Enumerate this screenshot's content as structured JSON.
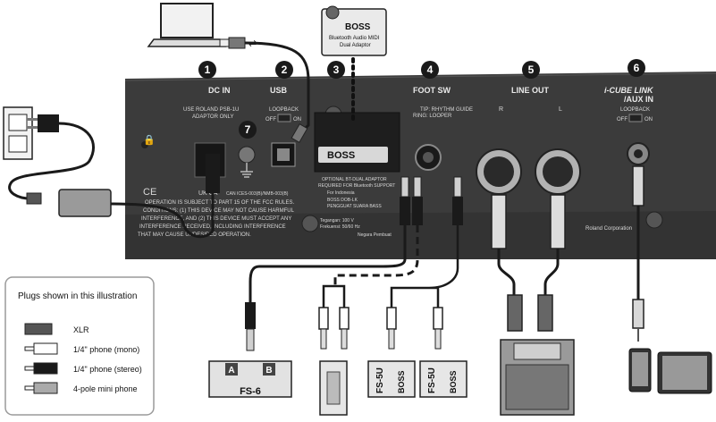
{
  "badges": [
    "1",
    "2",
    "3",
    "4",
    "5",
    "6",
    "7"
  ],
  "sections": {
    "dc_in": "DC IN",
    "usb": "USB",
    "foot_sw": "FOOT SW",
    "line_out": "LINE OUT",
    "icube_link": "i-CUBE LINK",
    "aux_in": "/AUX IN"
  },
  "panel_text": {
    "adaptor_note_1": "USE ROLAND PSB-1U",
    "adaptor_note_2": "ADAPTOR ONLY",
    "loopback": "LOOPBACK",
    "off": "OFF",
    "on": "ON",
    "tip_ring_1": "TIP: RHYTHM GUIDE",
    "tip_ring_2": "RING: LOOPER",
    "r": "R",
    "l": "L",
    "boss_logo": "BOSS",
    "bt_note_1": "OPTIONAL BT-DUAL ADAPTOR",
    "bt_note_2": "REQUIRED FOR Bluetooth SUPPORT",
    "for_indonesia": "For Indonesia",
    "boss_model": "BOSS DOB-LK",
    "pengguna": "PENGGUAT SUARA BASS",
    "can_ices": "CAN ICES-003(B)/NMB-003(B)",
    "fcc_1": "OPERATION IS SUBJECT TO PART 15 OF THE FCC RULES.",
    "fcc_2": "CONDITIONS: (1) THIS DEVICE MAY NOT CAUSE HARMFUL",
    "fcc_3": "INTERFERENCE, AND (2) THIS DEVICE MUST ACCEPT ANY",
    "fcc_4": "INTERFERENCE RECEIVED, INCLUDING INTERFERENCE",
    "fcc_5": "THAT MAY CAUSE UNDESIRED OPERATION.",
    "ce_marks": "CE",
    "ukca": "UK CA",
    "roland_corp": "Roland Corporation",
    "negara": "Negara Pembuat",
    "tegangan": "Tegangan: 100 V",
    "frekuensi": "Frekuensi: 50/60 Hz"
  },
  "bt_adaptor": {
    "brand": "BOSS",
    "line1": "Bluetooth Audio MIDI",
    "line2": "Dual Adaptor"
  },
  "devices": {
    "fs6": "FS-6",
    "fs6_a": "A",
    "fs6_b": "B",
    "fs5u_1": "FS-5U",
    "fs5u_2": "FS-5U",
    "boss_1": "BOSS",
    "boss_2": "BOSS"
  },
  "legend": {
    "title": "Plugs shown in this illustration",
    "items": [
      {
        "label": "XLR",
        "icon": "xlr-plug-icon"
      },
      {
        "label": "1/4\" phone (mono)",
        "icon": "mono-phone-plug-icon"
      },
      {
        "label": "1/4\" phone (stereo)",
        "icon": "stereo-phone-plug-icon"
      },
      {
        "label": "4-pole mini phone",
        "icon": "mini-phone-plug-icon"
      }
    ]
  },
  "colors": {
    "panel": "#3a3a3a",
    "panel_dark": "#2a2a2a",
    "badge": "#1a1a1a",
    "cable": "#1a1a1a",
    "legend_border": "#9a9a9a"
  }
}
